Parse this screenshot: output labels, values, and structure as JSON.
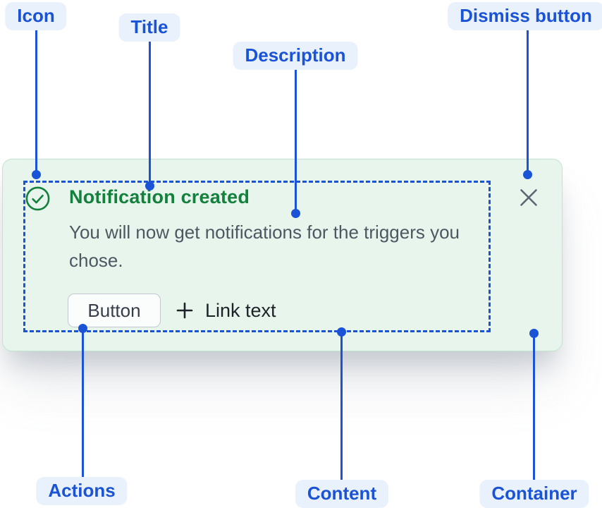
{
  "annotations": {
    "icon": "Icon",
    "title": "Title",
    "description": "Description",
    "dismiss": "Dismiss button",
    "actions": "Actions",
    "content": "Content",
    "container": "Container"
  },
  "flag": {
    "title": "Notification created",
    "description": "You will now get notifications for the triggers you chose.",
    "actions": {
      "button_label": "Button",
      "link_label": "Link text"
    },
    "icons": {
      "status": "check-circle-success-icon",
      "dismiss": "close-icon",
      "link_prefix": "plus-icon"
    }
  },
  "colors": {
    "annotation_blue": "#1A53D6",
    "annotation_pill_bg": "#E9F1FC",
    "card_bg": "#E8F5ED",
    "card_border": "#C0E5CE",
    "success_green": "#13803C",
    "description_gray": "#4E5761",
    "dismiss_gray": "#5A6670"
  }
}
